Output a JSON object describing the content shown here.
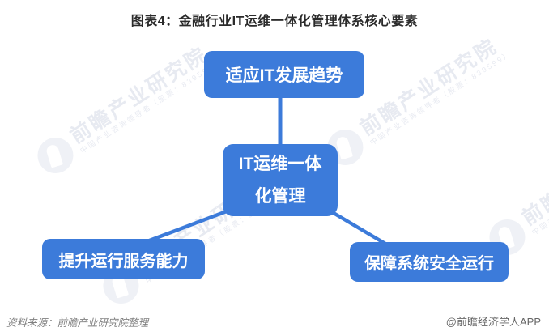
{
  "title": "图表4：金融行业IT运维一体化管理体系核心要素",
  "nodes": {
    "top": {
      "label": "适应IT发展趋势"
    },
    "center": {
      "label": "IT运维一体化管理",
      "lines": [
        "IT运维一体",
        "化管理"
      ]
    },
    "bottom_left": {
      "label": "提升运行服务能力"
    },
    "bottom_right": {
      "label": "保障系统安全运行"
    }
  },
  "footer": {
    "source": "资料来源：前瞻产业研究院整理",
    "attribution": "@前瞻经济学人APP"
  },
  "watermark": {
    "brand": "前瞻产业研究院",
    "tagline": "中国产业咨询领导者（股票：839599）",
    "logo_icon": "qianzhan-logo-icon"
  },
  "colors": {
    "node_fill": "#3C7BDA",
    "node_text": "#FFFFFF",
    "title_text": "#2B2B2B",
    "source_text": "#808080",
    "attribution_text": "#666666",
    "watermark_text": "#E2E5EE",
    "background": "#FFFFFF"
  }
}
